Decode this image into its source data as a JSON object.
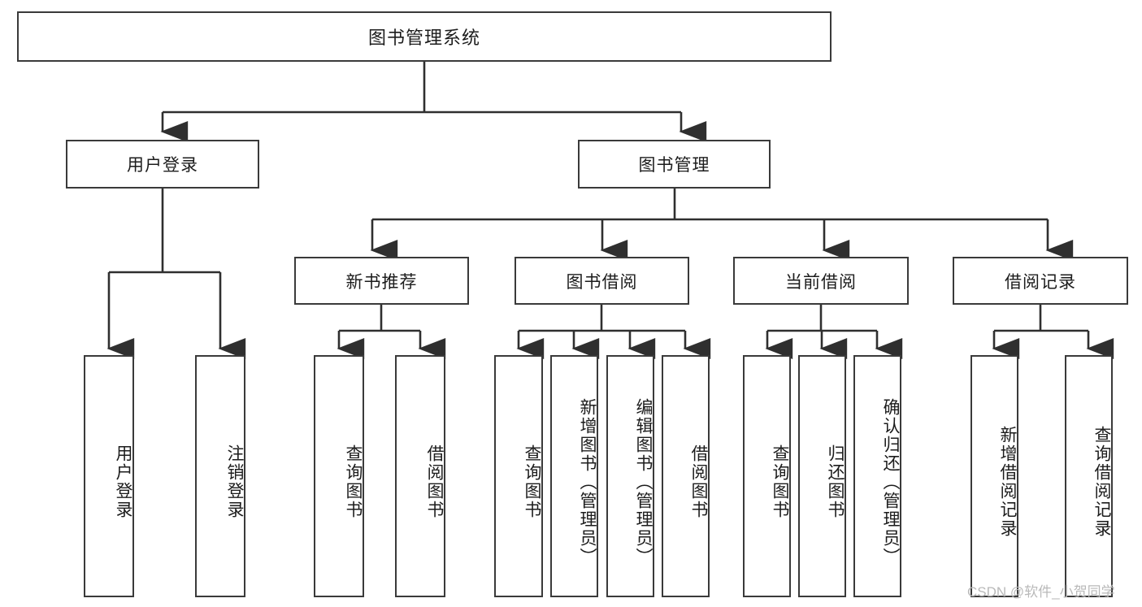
{
  "diagram": {
    "title": "图书管理系统",
    "type": "tree",
    "watermark": "CSDN @软件_小贺同学",
    "colors": {
      "box_border": "#3a3a3a",
      "box_fill": "#ffffff",
      "edge": "#2f2f2f",
      "text": "#1c1c1c",
      "watermark": "#b9b9b9"
    },
    "levels": {
      "root": {
        "label": "图书管理系统"
      },
      "level2": [
        {
          "label": "用户登录"
        },
        {
          "label": "图书管理"
        }
      ],
      "level3": [
        {
          "label": "新书推荐"
        },
        {
          "label": "图书借阅"
        },
        {
          "label": "当前借阅"
        },
        {
          "label": "借阅记录"
        }
      ],
      "leaves": [
        {
          "label": "用户登录",
          "parent": "用户登录"
        },
        {
          "label": "注销登录",
          "parent": "用户登录"
        },
        {
          "label": "查询图书",
          "parent": "新书推荐"
        },
        {
          "label": "借阅图书",
          "parent": "新书推荐"
        },
        {
          "label": "查询图书",
          "parent": "图书借阅"
        },
        {
          "label": "新增图书（管理员）",
          "parent": "图书借阅"
        },
        {
          "label": "编辑图书（管理员）",
          "parent": "图书借阅"
        },
        {
          "label": "借阅图书",
          "parent": "图书借阅"
        },
        {
          "label": "查询图书",
          "parent": "当前借阅"
        },
        {
          "label": "归还图书",
          "parent": "当前借阅"
        },
        {
          "label": "确认归还（管理员）",
          "parent": "当前借阅"
        },
        {
          "label": "新增借阅记录",
          "parent": "借阅记录"
        },
        {
          "label": "查询借阅记录",
          "parent": "借阅记录"
        }
      ]
    }
  }
}
